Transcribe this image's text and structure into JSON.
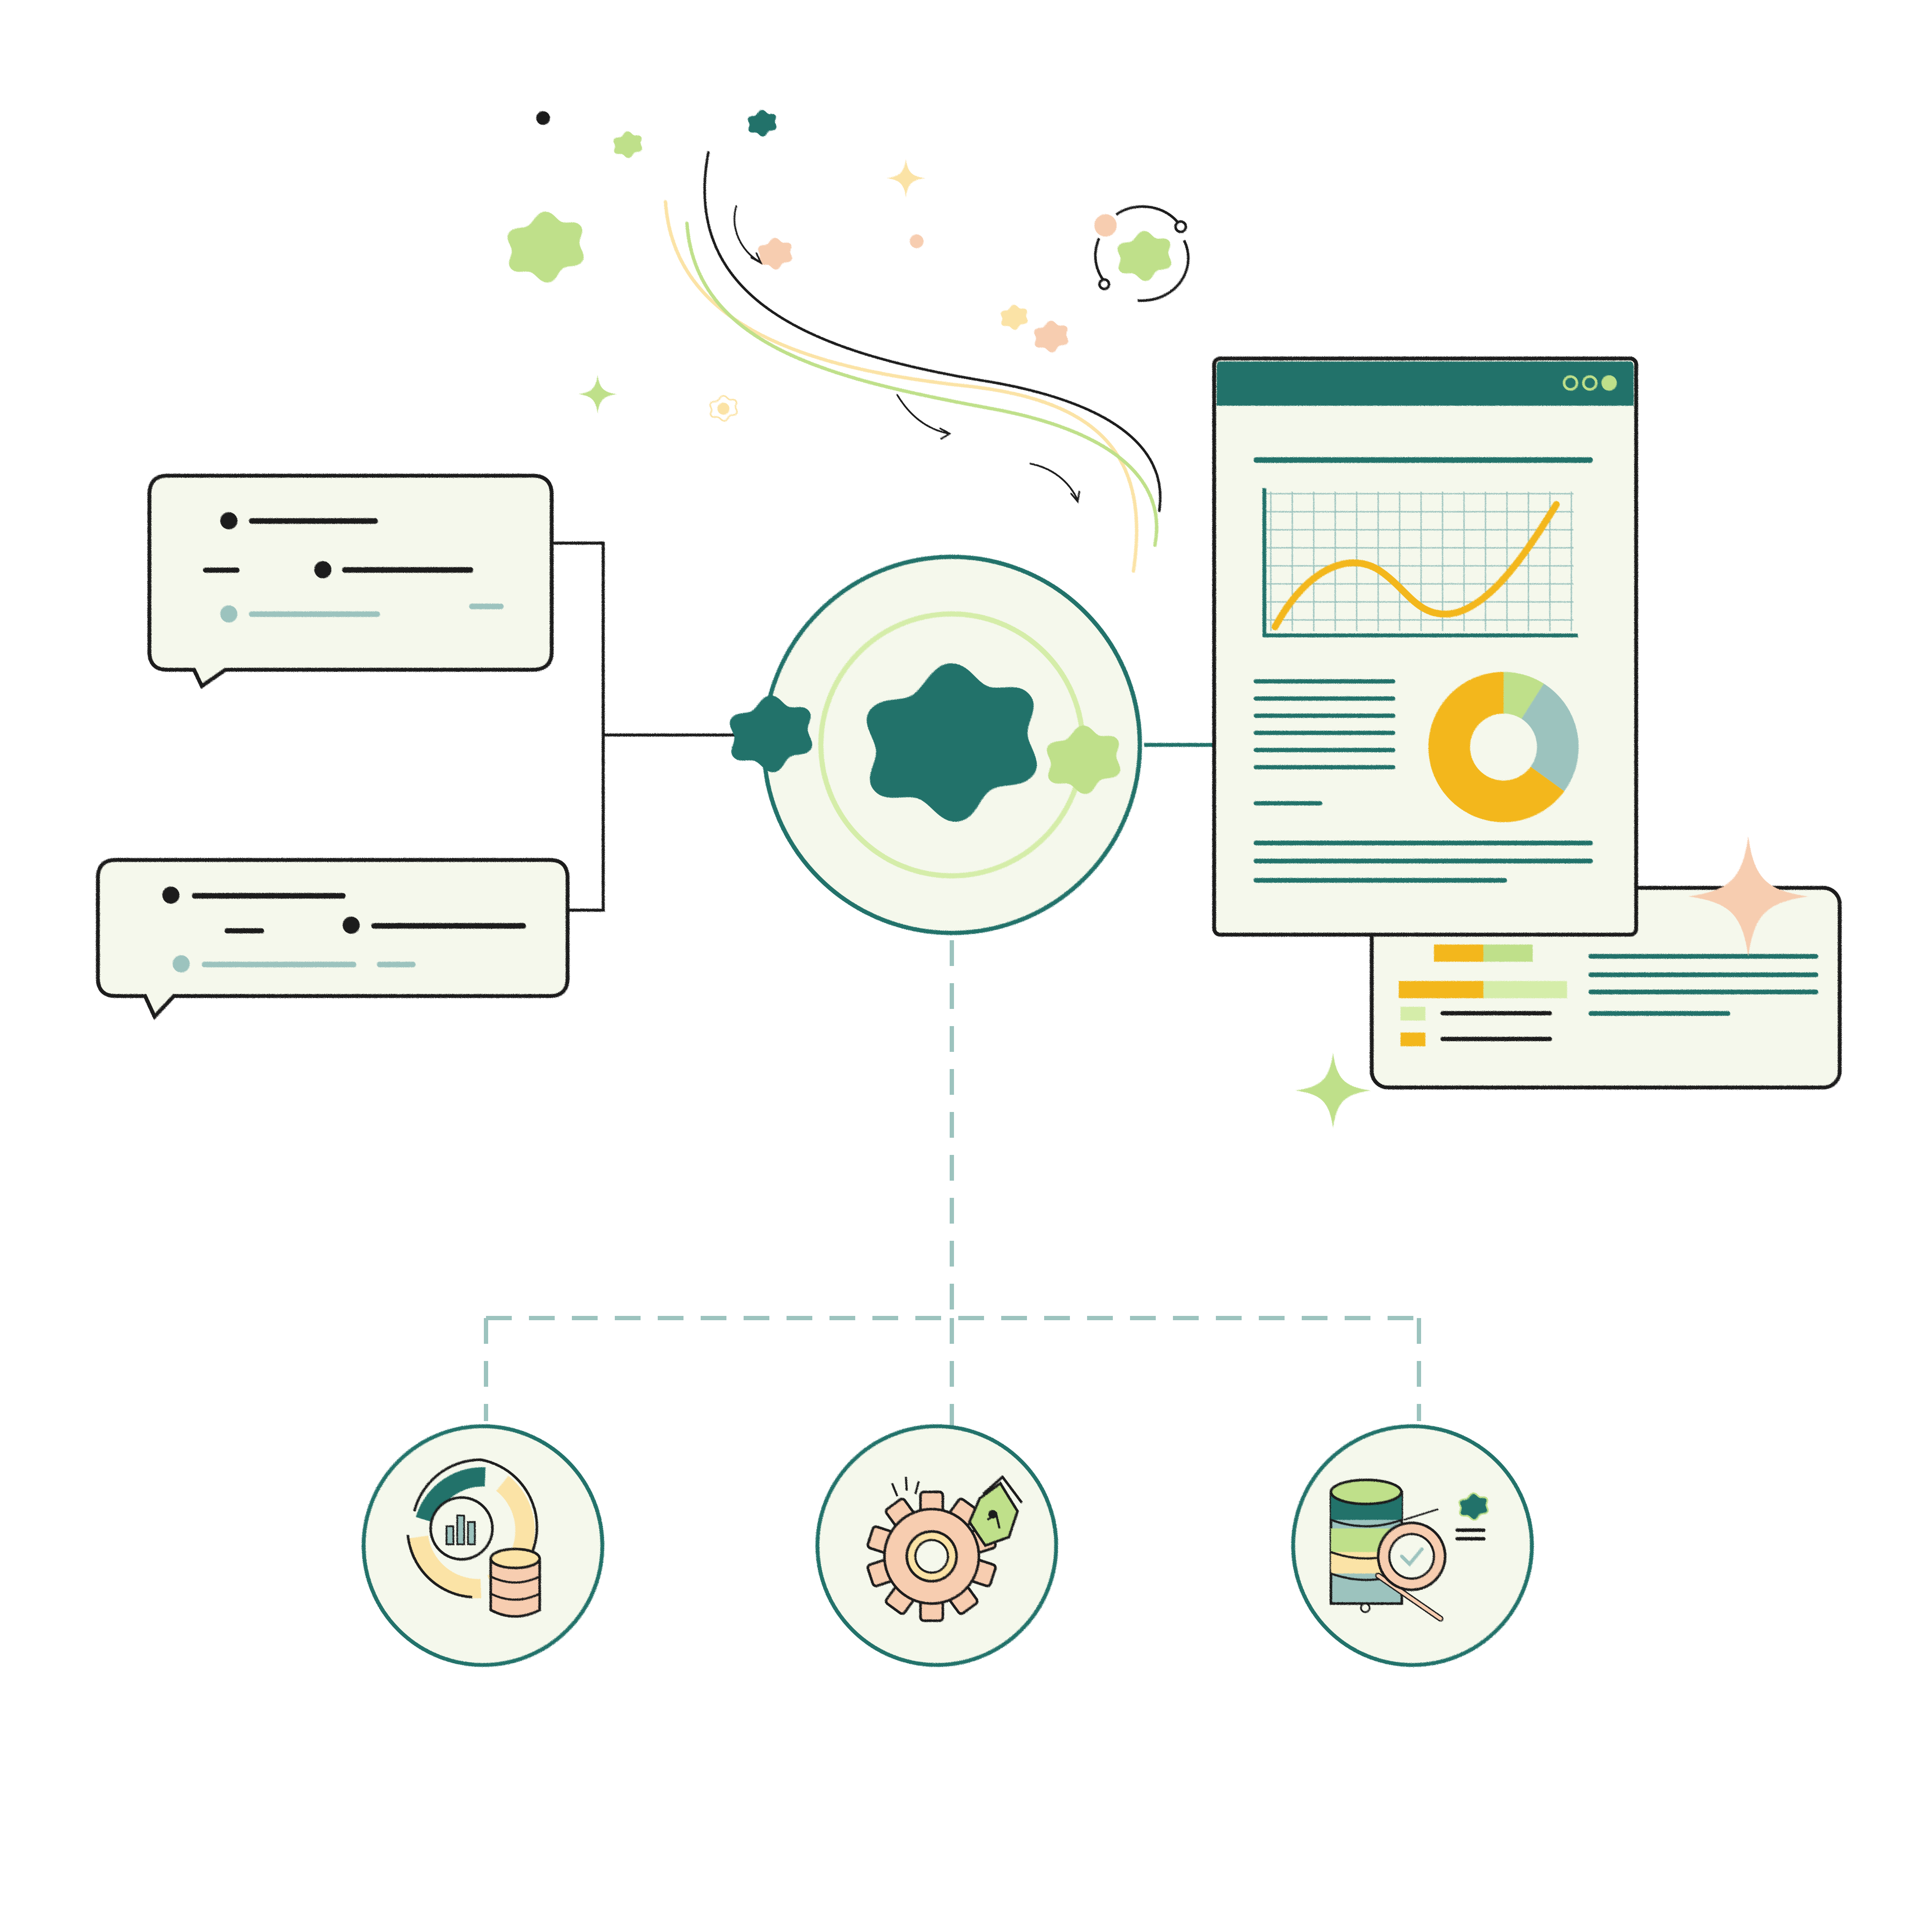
{
  "palette": {
    "teal": "#24726B",
    "teal_light": "#9CC3BE",
    "green": "#BFE08A",
    "green_pale": "#D5EDA9",
    "orange": "#F3B71B",
    "peach": "#F7CDB0",
    "yellow_pale": "#FBE3A6",
    "panel": "#F5F8EC",
    "ink": "#1E1E1E"
  },
  "icons": {
    "hub": "flower-gear-icon",
    "input_a": "teal-badge-icon",
    "output_a": "green-badge-icon",
    "analytics": "chart-and-coins-icon",
    "settings": "gear-and-pen-icon",
    "data_search": "database-search-icon"
  },
  "report": {
    "window_dots": 3,
    "line_chart": {
      "type": "line",
      "shape": "wave-then-rise"
    },
    "donut_chart": {
      "type": "pie",
      "slices": [
        {
          "name": "orange",
          "value": 0.65
        },
        {
          "name": "teal-light",
          "value": 0.26
        },
        {
          "name": "green",
          "value": 0.09
        }
      ]
    }
  }
}
